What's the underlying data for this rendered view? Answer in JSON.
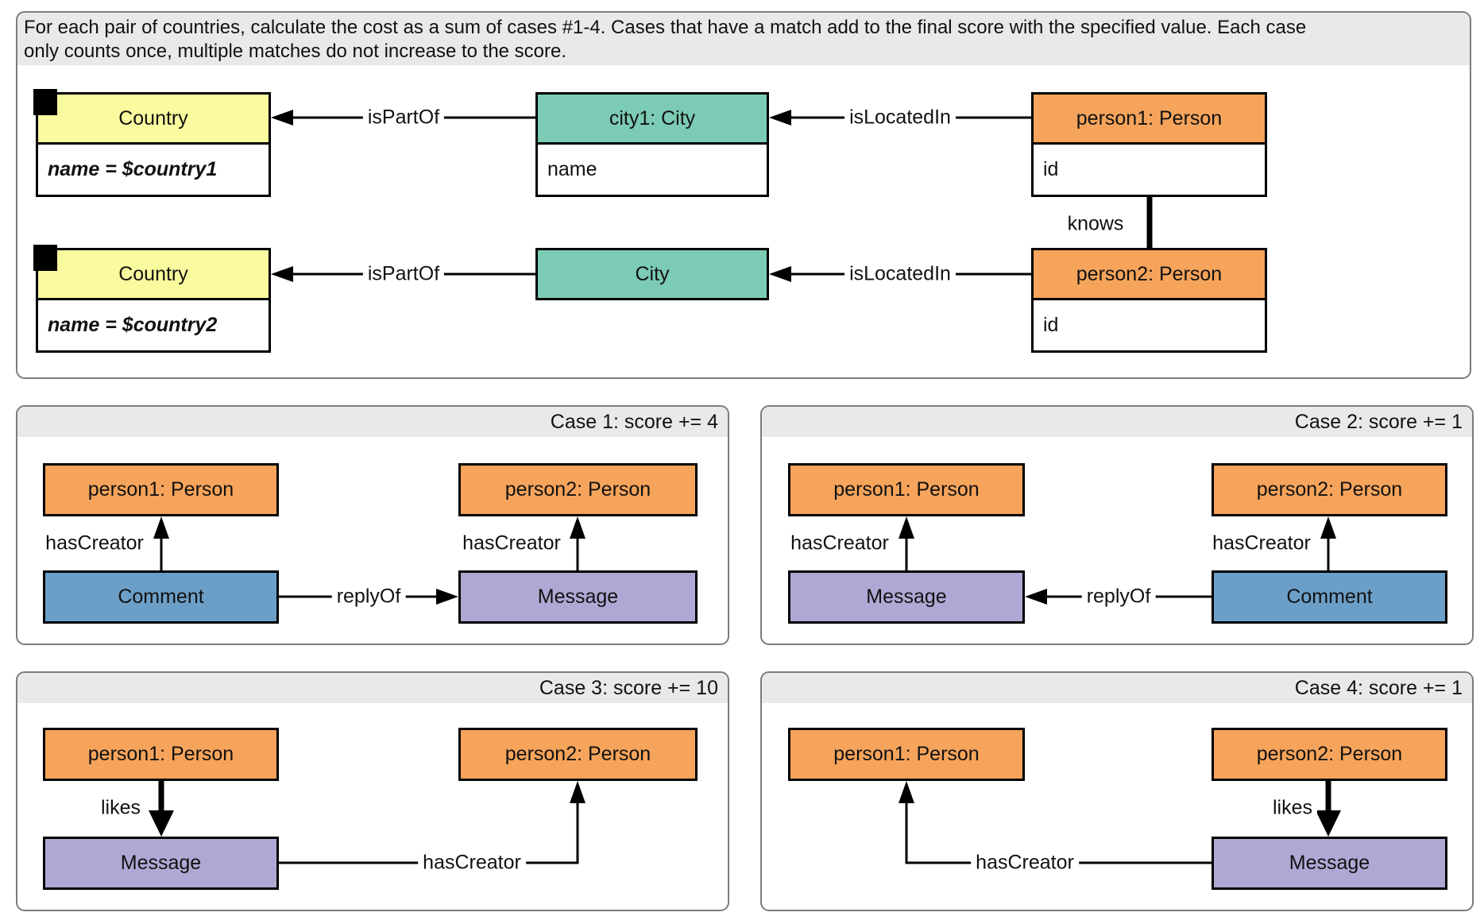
{
  "frame": {
    "instruction": "For each pair of countries, calculate the cost as a sum of cases #1-4. Cases that have a match add to the final score with the specified value. Each case only counts once, multiple matches do not increase to the score."
  },
  "colors": {
    "country_fill": "#FAFA9E",
    "city_fill": "#7CCBB4",
    "person_fill": "#F6A45B",
    "comment_fill": "#6C9FC8",
    "message_fill": "#B0A8D4",
    "panel_header_fill": "#E9E9E9",
    "panel_border": "#7C7C7C",
    "line_color": "#000000"
  },
  "main": {
    "country1": {
      "title": "Country",
      "attr": "name = $country1"
    },
    "city1": {
      "title": "city1: City",
      "attr": "name"
    },
    "person1": {
      "title": "person1: Person",
      "attr": "id"
    },
    "country2": {
      "title": "Country",
      "attr": "name = $country2"
    },
    "city2": {
      "title": "City"
    },
    "person2": {
      "title": "person2: Person",
      "attr": "id"
    },
    "labels": {
      "isPartOf": "isPartOf",
      "isLocatedIn": "isLocatedIn",
      "knows": "knows"
    }
  },
  "case1": {
    "title": "Case 1: score += 4",
    "person1": "person1: Person",
    "person2": "person2: Person",
    "comment": "Comment",
    "message": "Message",
    "hasCreator": "hasCreator",
    "replyOf": "replyOf"
  },
  "case2": {
    "title": "Case 2: score += 1",
    "person1": "person1: Person",
    "person2": "person2: Person",
    "comment": "Comment",
    "message": "Message",
    "hasCreator": "hasCreator",
    "replyOf": "replyOf"
  },
  "case3": {
    "title": "Case 3: score += 10",
    "person1": "person1: Person",
    "person2": "person2: Person",
    "message": "Message",
    "likes": "likes",
    "hasCreator": "hasCreator"
  },
  "case4": {
    "title": "Case 4: score += 1",
    "person1": "person1: Person",
    "person2": "person2: Person",
    "message": "Message",
    "likes": "likes",
    "hasCreator": "hasCreator"
  }
}
